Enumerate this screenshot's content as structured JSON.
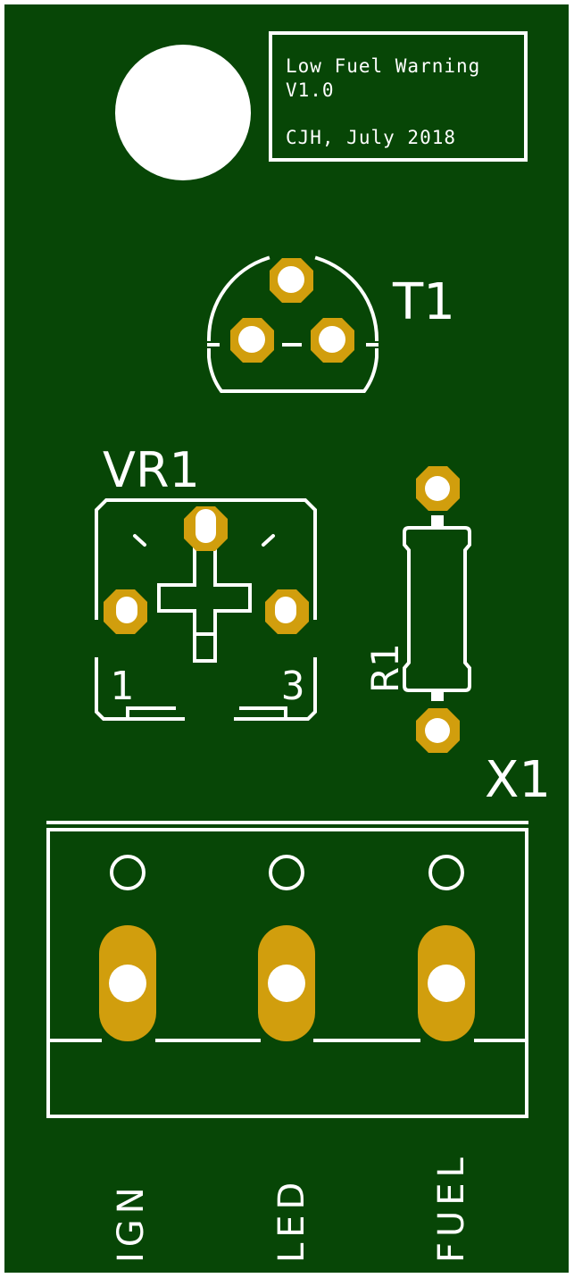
{
  "board": {
    "title_block": {
      "line1": "Low Fuel Warning",
      "line2": "V1.0",
      "line3": "CJH, July 2018"
    },
    "designators": {
      "transistor": "T1",
      "trimpot": "VR1",
      "resistor": "R1",
      "connector": "X1",
      "pot_pin1": "1",
      "pot_pin3": "3"
    },
    "connector_labels": [
      "IGN",
      "LED",
      "FUEL"
    ],
    "colors": {
      "substrate": "#074606",
      "copper_pad": "#d19e0d",
      "silkscreen": "#ffffff",
      "edge": "#ffffff"
    }
  }
}
